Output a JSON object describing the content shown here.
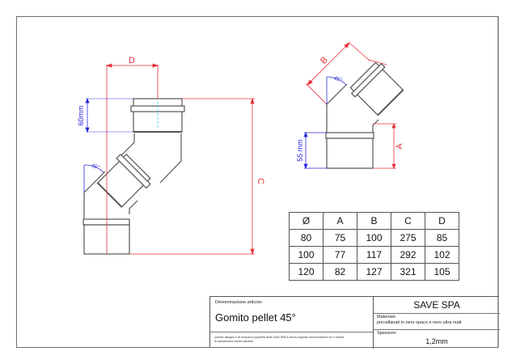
{
  "drawing": {
    "left_view": {
      "dim_D": "D",
      "dim_C": "C",
      "dim_socket": "60mm",
      "angle": "45°"
    },
    "right_view": {
      "dim_B": "B",
      "dim_A": "A",
      "dim_socket": "55 mm",
      "angle": "45°"
    },
    "colors": {
      "dimension_red": "#e8303a",
      "dimension_blue": "#2a2ad8",
      "centerline_cyan": "#34d0e8",
      "outline": "#555555"
    }
  },
  "dimension_table": {
    "headers": [
      "Ø",
      "A",
      "B",
      "C",
      "D"
    ],
    "rows": [
      [
        "80",
        "75",
        "100",
        "275",
        "85"
      ],
      [
        "100",
        "77",
        "117",
        "292",
        "102"
      ],
      [
        "120",
        "82",
        "127",
        "321",
        "105"
      ]
    ]
  },
  "title_block": {
    "article_label": "Denominazione articolo:",
    "article_name": "Gomito pellet 45°",
    "note_line1": "Questo disegno è di esclusiva proprietà della Save SPA e senza regolare autorizzazione ne è vietata",
    "note_line2": "la riproduzione anche parziale.",
    "company": "SAVE SPA",
    "material_label": "Materiale:",
    "material_value": "porcellanati in nero opaco e nero ultra matt",
    "thickness_label": "Spessore:",
    "thickness_value": "1,2mm"
  }
}
